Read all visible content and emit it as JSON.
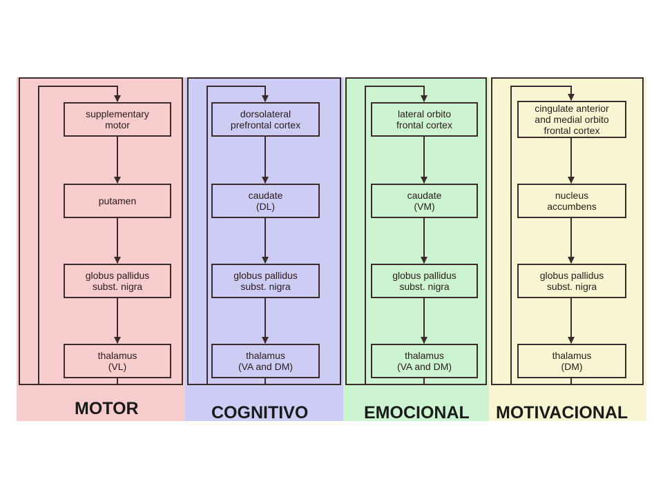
{
  "colors": {
    "motor": "#f7cccc",
    "cognitivo": "#ccccf4",
    "emocional": "#ccf4d0",
    "motivacional": "#f8f6d2",
    "line": "#3a2a2a"
  },
  "loops": [
    {
      "caption": "MOTOR",
      "boxes": [
        "supplementary\nmotor",
        "putamen",
        "globus pallidus\nsubst. nigra",
        "thalamus\n(VL)"
      ]
    },
    {
      "caption": "COGNITIVO",
      "boxes": [
        "dorsolateral\nprefrontal cortex",
        "caudate\n(DL)",
        "globus pallidus\nsubst. nigra",
        "thalamus\n(VA and DM)"
      ]
    },
    {
      "caption": "EMOCIONAL",
      "boxes": [
        "lateral orbito\nfrontal cortex",
        "caudate\n(VM)",
        "globus pallidus\nsubst. nigra",
        "thalamus\n(VA and DM)"
      ]
    },
    {
      "caption": "MOTIVACIONAL",
      "boxes": [
        "cingulate anterior\nand medial orbito\nfrontal cortex",
        "nucleus\naccumbens",
        "globus pallidus\nsubst. nigra",
        "thalamus\n(DM)"
      ]
    }
  ]
}
